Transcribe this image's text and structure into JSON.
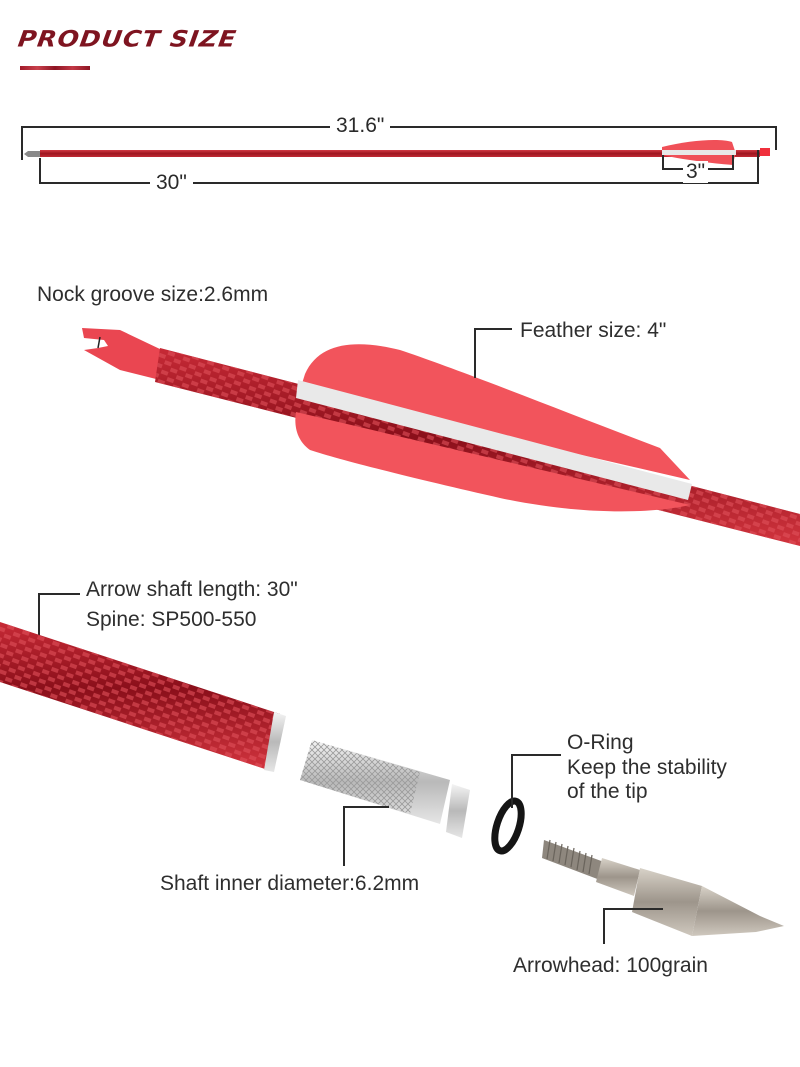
{
  "header": {
    "title": "PRODUCT SIZE"
  },
  "overview": {
    "total_length_label": "31.6\"",
    "shaft_length_label": "30\"",
    "fletching_length_label": "3\""
  },
  "callouts": {
    "nock": "Nock groove size:2.6mm",
    "feather": "Feather size: 4\"",
    "shaft_line1": "Arrow shaft length: 30\"",
    "shaft_line2": "Spine: SP500-550",
    "insert": "Shaft inner diameter:6.2mm",
    "oring_line1": "O-Ring",
    "oring_line2": "Keep the stability",
    "oring_line3": "of the tip",
    "arrowhead": "Arrowhead: 100grain"
  },
  "colors": {
    "title": "#7e1420",
    "shaft": "#b01a24",
    "vane": "#f0525a",
    "metal": "#c8c8c8",
    "text": "#2a2a2a"
  }
}
